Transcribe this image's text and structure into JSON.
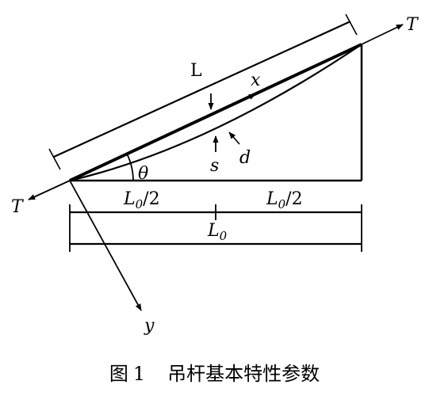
{
  "labels": {
    "tension_right": "T",
    "tension_left": "T",
    "length": "L",
    "x_axis": "x",
    "y_axis": "y",
    "sag": "s",
    "diameter": "d",
    "angle": "θ",
    "half_span_left": "L",
    "half_span_left_sub": "0",
    "half_span_left_suffix": "/2",
    "half_span_right": "L",
    "half_span_right_sub": "0",
    "half_span_right_suffix": "/2",
    "span": "L",
    "span_sub": "0"
  },
  "caption": {
    "prefix": "图",
    "number": "1",
    "title": "吊杆基本特性参数"
  }
}
